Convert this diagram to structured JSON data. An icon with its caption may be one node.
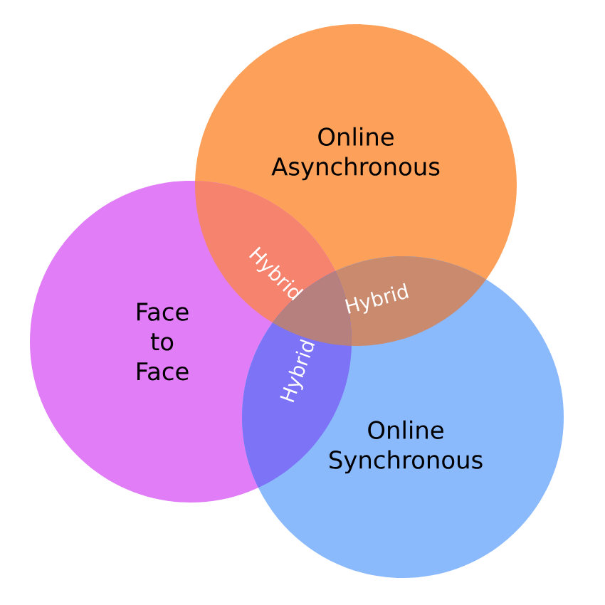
{
  "diagram": {
    "nodes": [
      {
        "text": [
          "Online Asynchronous"
        ]
      },
      {
        "text": [
          "Face to Face"
        ]
      },
      {
        "text": [
          "Online Synchronous"
        ]
      }
    ],
    "labels": [
      "Hybrid",
      "Hybrid",
      "Hybrid"
    ]
  }
}
